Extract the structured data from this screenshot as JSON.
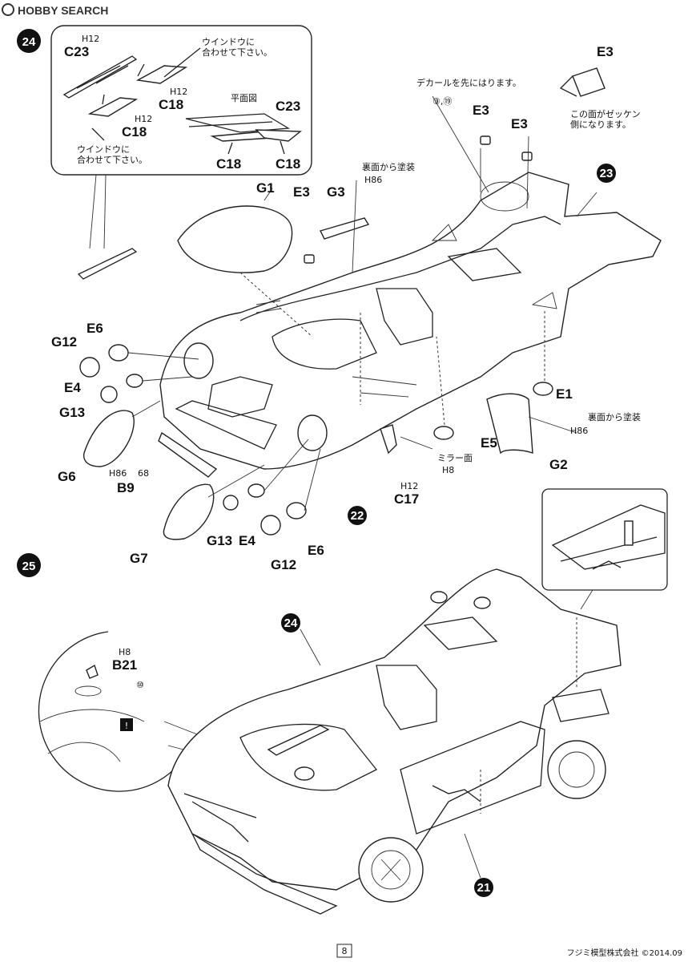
{
  "watermark": "HOBBY SEARCH",
  "steps": {
    "s24": "24",
    "s25": "25"
  },
  "callouts": {
    "c22": "22",
    "c23": "23",
    "c24": "24",
    "c21": "21"
  },
  "parts": {
    "C23a": "C23",
    "C18a": "C18",
    "C18b": "C18",
    "C23b": "C23",
    "C18c": "C18",
    "C18d": "C18",
    "G1": "G1",
    "E3a": "E3",
    "G3": "G3",
    "E3b": "E3",
    "E3c": "E3",
    "E3d": "E3",
    "E6a": "E6",
    "G12a": "G12",
    "E4a": "E4",
    "G13a": "G13",
    "G6": "G6",
    "B9": "B9",
    "G7": "G7",
    "G13b": "G13",
    "E4b": "E4",
    "G12b": "G12",
    "E6b": "E6",
    "E1": "E1",
    "E5": "E5",
    "G2": "G2",
    "C17": "C17",
    "B21": "B21"
  },
  "paint": {
    "h12a": "H12",
    "h12b": "H12",
    "h12c": "H12",
    "h86a": "H86",
    "h86b": "H86",
    "h86c": "H86",
    "h8a": "H8",
    "h8b": "H8",
    "b9ref": "68"
  },
  "notes": {
    "window1": [
      "ウインドウに",
      "合わせて下さい。"
    ],
    "window2": [
      "ウインドウに",
      "合わせて下さい。"
    ],
    "plan_view": "平面図",
    "decal_first": "デカールを先にはります。",
    "decal_nums": "③,⑲",
    "back_paint1": "裏面から塗装",
    "back_paint2": "裏面から塗装",
    "number_side": [
      "この面がゼッケン",
      "側になります。"
    ],
    "mirror": "ミラー面",
    "decal_10": "⑩"
  },
  "footer": {
    "page": "8",
    "company": "フジミ模型株式会社 ©2014.09"
  }
}
